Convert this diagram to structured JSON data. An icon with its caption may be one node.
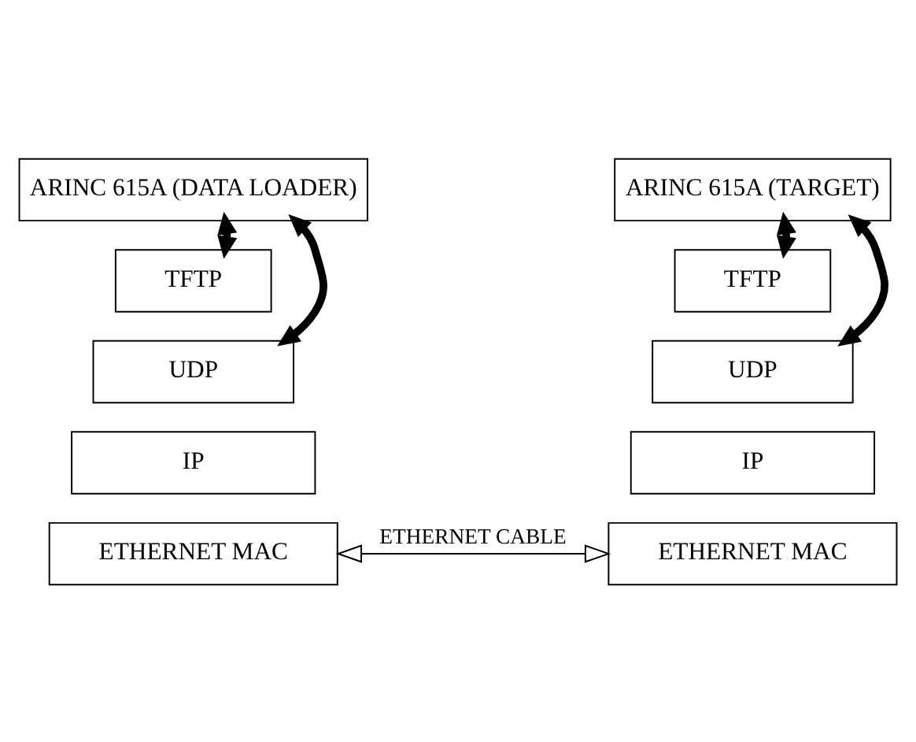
{
  "diagram": {
    "nodes": [
      {
        "text": [
          "ARINC 615A (DATA LOADER)"
        ]
      },
      {
        "text": [
          "TFTP"
        ]
      },
      {
        "text": [
          "UDP"
        ]
      },
      {
        "text": [
          "IP"
        ]
      },
      {
        "text": [
          "ETHERNET MAC"
        ]
      },
      {
        "text": [
          "ARINC 615A (TARGET)"
        ]
      },
      {
        "text": [
          "TFTP"
        ]
      },
      {
        "text": [
          "UDP"
        ]
      },
      {
        "text": [
          "IP"
        ]
      },
      {
        "text": [
          "ETHERNET MAC"
        ]
      }
    ],
    "edges": [
      {
        "from": 0,
        "to": 1,
        "arrow": "both"
      },
      {
        "from": 0,
        "to": 2,
        "arrow": "both"
      },
      {
        "from": 5,
        "to": 7,
        "arrow": "both"
      },
      {
        "from": 5,
        "to": 6,
        "arrow": "both"
      },
      {
        "from": 4,
        "to": 9,
        "arrow": "both",
        "label": "ETHERNET CABLE"
      }
    ]
  }
}
